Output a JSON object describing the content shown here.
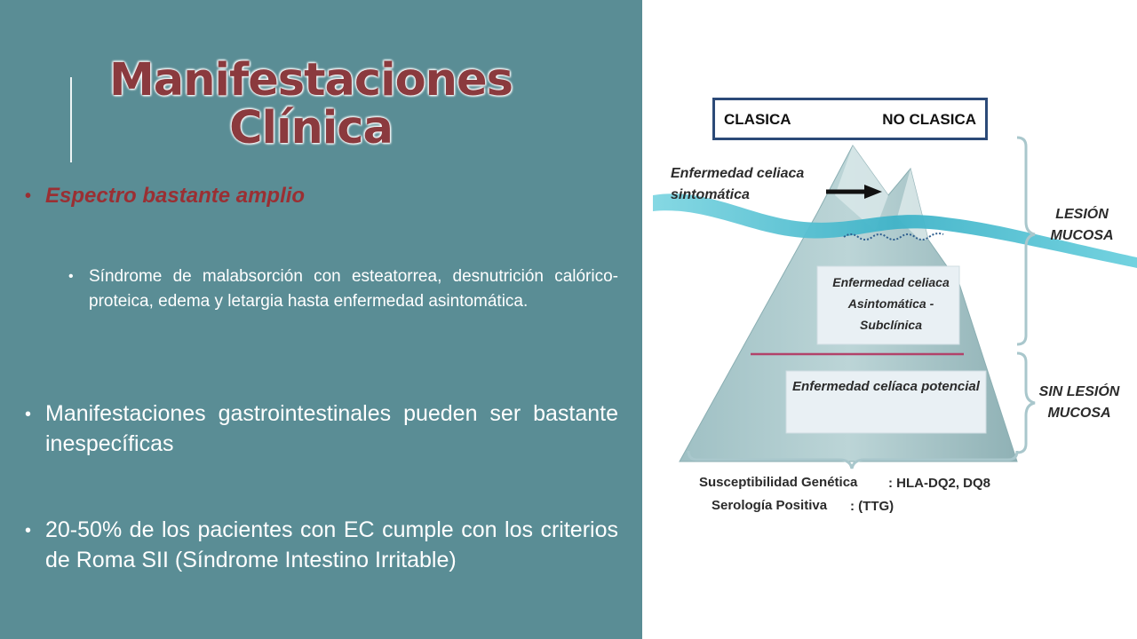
{
  "title": {
    "line1": "Manifestaciones",
    "line2": "Clínica"
  },
  "bullets": {
    "spectrum": "Espectro bastante amplio",
    "syndrome": "Síndrome de malabsorción con esteatorrea, desnutrición calórico-proteica, edema y letargia hasta enfermedad asintomática.",
    "gastro": "Manifestaciones gastrointestinales pueden ser bastante inespecíficas",
    "roma": "20-50% de los pacientes con EC cumple con los criterios de Roma SII (Síndrome Intestino Irritable)",
    "marker": "•"
  },
  "legend": {
    "clasica": "CLASICA",
    "no_clasica": "NO CLASICA"
  },
  "diagram": {
    "sintomatica": "Enfermedad celiaca sintomática",
    "asintomatica": "Enfermedad celiaca Asintomática - Subclínica",
    "potencial": "Enfermedad celíaca potencial",
    "lesion": "LESIÓN MUCOSA",
    "sin_lesion": "SIN LESIÓN MUCOSA",
    "susceptibilidad_label": "Susceptibilidad Genética",
    "susceptibilidad_value": ": HLA-DQ2, DQ8",
    "serologia_label": "Serología Positiva",
    "serologia_value": ": (TTG)"
  },
  "colors": {
    "panel": "#5a8d95",
    "title": "#8b3a3e",
    "water": "#5cc6d6",
    "border": "#2c4a78"
  }
}
